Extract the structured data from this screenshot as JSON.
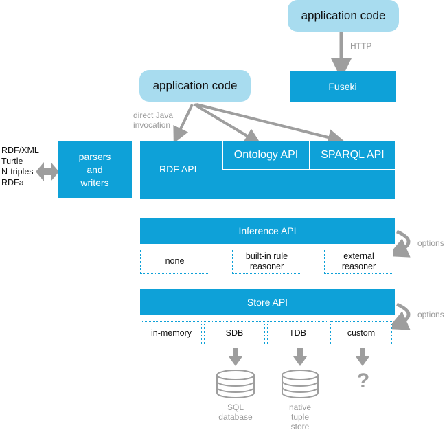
{
  "app_code_top": "application code",
  "http_label": "HTTP",
  "fuseki": "Fuseki",
  "app_code_left": "application code",
  "direct_java_line1": "direct Java",
  "direct_java_line2": "invocation",
  "formats": [
    "RDF/XML",
    "Turtle",
    "N-triples",
    "RDFa"
  ],
  "parsers_line1": "parsers",
  "parsers_line2": "and",
  "parsers_line3": "writers",
  "rdf_api": "RDF API",
  "ontology_api": "Ontology API",
  "sparql_api": "SPARQL API",
  "inference_api": "Inference API",
  "inference_options": "options",
  "reasoners": {
    "none": "none",
    "builtin_line1": "built-in rule",
    "builtin_line2": "reasoner",
    "external_line1": "external",
    "external_line2": "reasoner"
  },
  "store_api": "Store API",
  "store_options": "options",
  "stores": [
    "in-memory",
    "SDB",
    "TDB",
    "custom"
  ],
  "sql_line1": "SQL",
  "sql_line2": "database",
  "native_line1": "native",
  "native_line2": "tuple",
  "native_line3": "store",
  "question": "?"
}
